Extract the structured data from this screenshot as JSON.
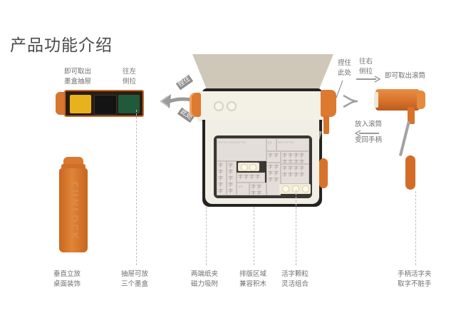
{
  "header": {
    "title": "产品功能介绍"
  },
  "drawer": {
    "label_take_out": [
      "即可取出",
      "墨盒抽屉"
    ],
    "label_pull_left": [
      "往左",
      "侧拉"
    ],
    "ink_colors": [
      "#e8b21e",
      "#141414",
      "#1f5a3a"
    ],
    "body_color": "#c56a2a"
  },
  "machine": {
    "left_grip_label": [
      "捏住",
      "此处"
    ],
    "right_grip_label": [
      "捏住",
      "此处"
    ],
    "accent_color": "#dd7a30"
  },
  "roller": {
    "label_pull_right": [
      "往右",
      "侧拉"
    ],
    "label_take_roller": "即可取出滚筒",
    "label_insert": [
      "放入滚筒",
      "变回手柄"
    ]
  },
  "tube": {
    "engraving": "CUNLOCK"
  },
  "features": [
    {
      "line1": "垂直立放",
      "line2": "桌面装饰"
    },
    {
      "line1": "抽屉可放",
      "line2": "三个墨盒"
    },
    {
      "line1": "两端纸夹",
      "line2": "磁力吸附"
    },
    {
      "line1": "排版区域",
      "line2": "兼容积木"
    },
    {
      "line1": "活字颗粒",
      "line2": "灵活组合"
    },
    {
      "line1": "手柄活字夹",
      "line2": "取字不脏手"
    }
  ]
}
